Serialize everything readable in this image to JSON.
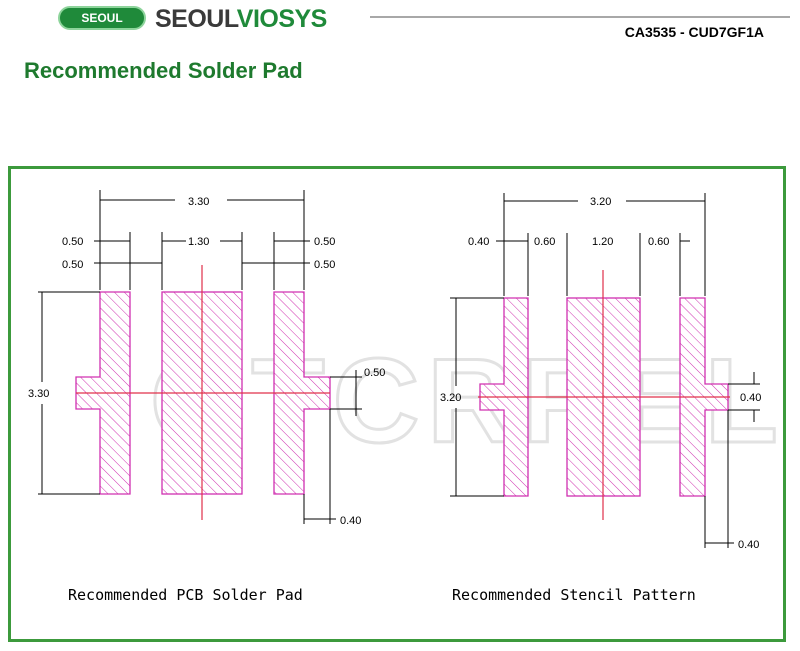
{
  "header": {
    "logo_badge": "SEOUL",
    "logo_word_1": "SEOUL",
    "logo_word_2": "VIOSYS",
    "part_number": "CA3535 - CUD7GF1A",
    "title": "Recommended Solder Pad"
  },
  "colors": {
    "brand_green": "#1f8a3a",
    "frame_green": "#3c9a3c",
    "pad_outline": "#d030b0",
    "center_line": "#e0304a"
  },
  "watermark": "OTCRREL",
  "pcb_pad": {
    "caption": "Recommended PCB Solder Pad",
    "overall_width": "3.30",
    "overall_height": "3.30",
    "left_pad_width": "0.50",
    "gap_left": "0.50",
    "center_pad_width": "1.30",
    "right_pad_width": "0.50",
    "gap_right": "0.50",
    "tab_height": "0.50",
    "tab_extension": "0.40"
  },
  "stencil": {
    "caption": "Recommended Stencil Pattern",
    "overall_width": "3.20",
    "overall_height": "3.20",
    "left_pad_width": "0.40",
    "gap_left": "0.60",
    "center_pad_width": "1.20",
    "gap_right": "0.60",
    "tab_height": "0.40",
    "tab_extension": "0.40"
  }
}
